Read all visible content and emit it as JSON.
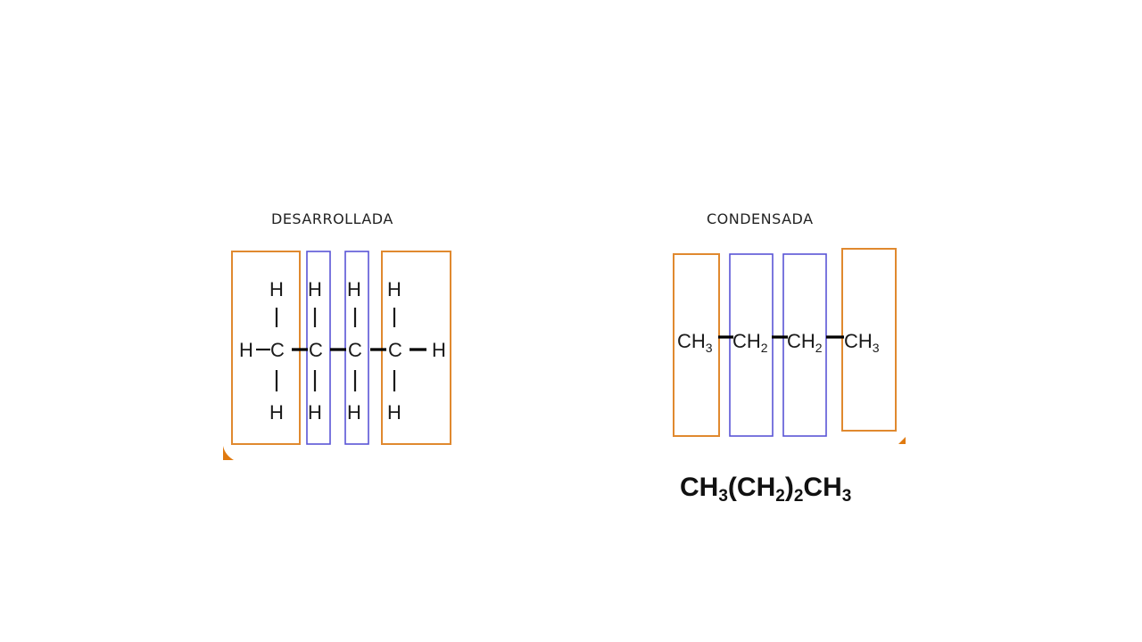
{
  "headings": {
    "left": "DESARROLLADA",
    "right": "CONDENSADA"
  },
  "atoms": {
    "hydrogen": "H",
    "carbon": "C"
  },
  "condensed_groups": [
    {
      "base": "CH",
      "sub": "3"
    },
    {
      "base": "CH",
      "sub": "2"
    },
    {
      "base": "CH",
      "sub": "2"
    },
    {
      "base": "CH",
      "sub": "3"
    }
  ],
  "formula": [
    {
      "text": "CH"
    },
    {
      "sub": "3"
    },
    {
      "text": "(CH"
    },
    {
      "sub": "2"
    },
    {
      "text": ")"
    },
    {
      "sub": "2"
    },
    {
      "text": "CH"
    },
    {
      "sub": "3"
    }
  ],
  "colors": {
    "outer_box": "#e0892f",
    "inner_box": "#5a55d6",
    "accent": "#e07a10"
  }
}
